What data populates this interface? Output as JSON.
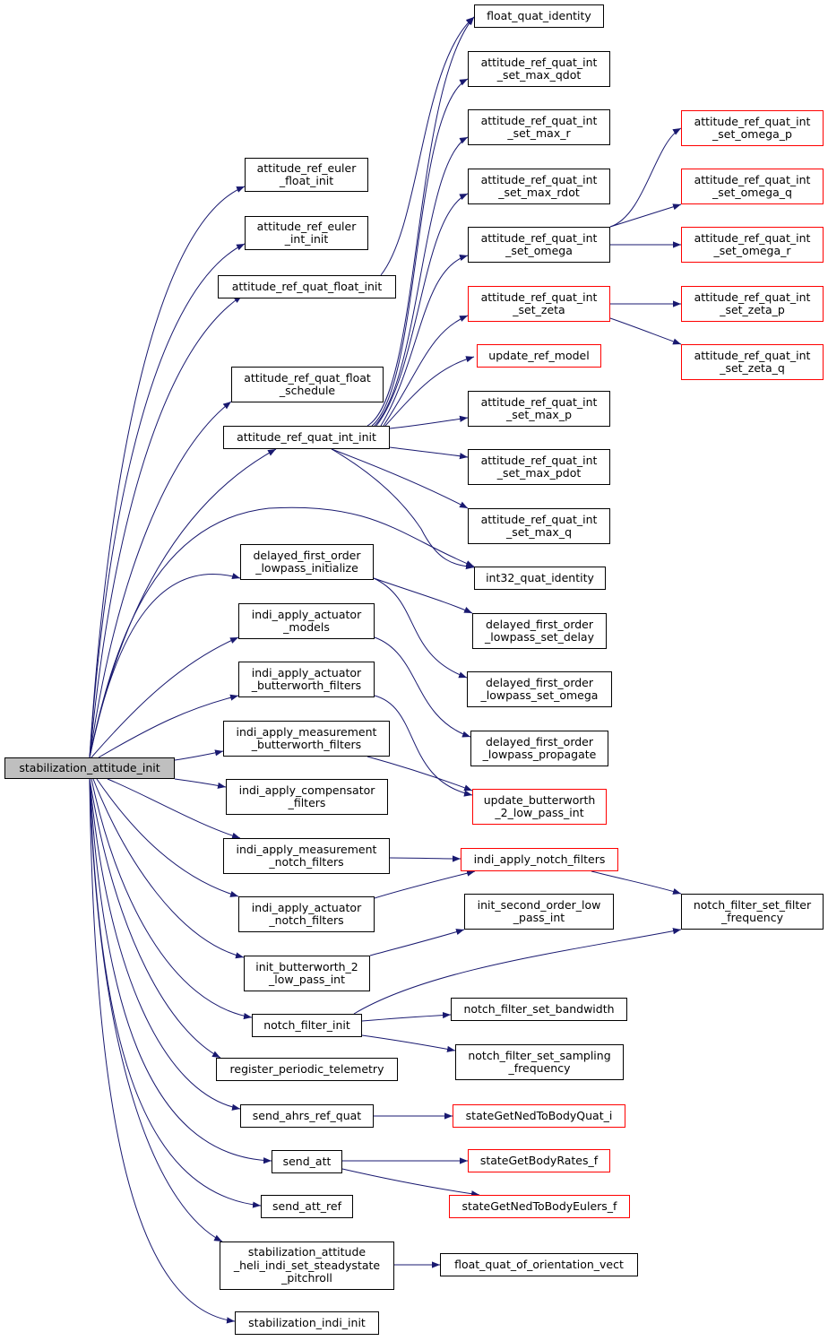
{
  "colors": {
    "edge": "#191970",
    "node_border": "#000000",
    "incomplete_border": "#ff0000",
    "root_fill": "#bfbfbf"
  },
  "nodes": {
    "root": "stabilization_attitude_init",
    "attitude_ref_euler_float_init": "attitude_ref_euler\n_float_init",
    "attitude_ref_euler_int_init": "attitude_ref_euler\n_int_init",
    "attitude_ref_quat_float_init": "attitude_ref_quat_float_init",
    "attitude_ref_quat_float_schedule": "attitude_ref_quat_float\n_schedule",
    "attitude_ref_quat_int_init": "attitude_ref_quat_int_init",
    "delayed_first_order_lowpass_initialize": "delayed_first_order\n_lowpass_initialize",
    "indi_apply_actuator_models": "indi_apply_actuator\n_models",
    "indi_apply_actuator_butterworth_filters": "indi_apply_actuator\n_butterworth_filters",
    "indi_apply_measurement_butterworth_filters": "indi_apply_measurement\n_butterworth_filters",
    "indi_apply_compensator_filters": "indi_apply_compensator\n_filters",
    "indi_apply_measurement_notch_filters": "indi_apply_measurement\n_notch_filters",
    "indi_apply_actuator_notch_filters": "indi_apply_actuator\n_notch_filters",
    "init_butterworth_2_low_pass_int": "init_butterworth_2\n_low_pass_int",
    "notch_filter_init": "notch_filter_init",
    "register_periodic_telemetry": "register_periodic_telemetry",
    "send_ahrs_ref_quat": "send_ahrs_ref_quat",
    "send_att": "send_att",
    "send_att_ref": "send_att_ref",
    "stabilization_attitude_heli_indi_set_steadystate_pitchroll": "stabilization_attitude\n_heli_indi_set_steadystate\n_pitchroll",
    "stabilization_indi_init": "stabilization_indi_init",
    "float_quat_identity": "float_quat_identity",
    "attitude_ref_quat_int_set_max_qdot": "attitude_ref_quat_int\n_set_max_qdot",
    "attitude_ref_quat_int_set_max_r": "attitude_ref_quat_int\n_set_max_r",
    "attitude_ref_quat_int_set_max_rdot": "attitude_ref_quat_int\n_set_max_rdot",
    "attitude_ref_quat_int_set_omega": "attitude_ref_quat_int\n_set_omega",
    "attitude_ref_quat_int_set_zeta": "attitude_ref_quat_int\n_set_zeta",
    "update_ref_model": "update_ref_model",
    "attitude_ref_quat_int_set_max_p": "attitude_ref_quat_int\n_set_max_p",
    "attitude_ref_quat_int_set_max_pdot": "attitude_ref_quat_int\n_set_max_pdot",
    "attitude_ref_quat_int_set_max_q": "attitude_ref_quat_int\n_set_max_q",
    "int32_quat_identity": "int32_quat_identity",
    "delayed_first_order_lowpass_set_delay": "delayed_first_order\n_lowpass_set_delay",
    "delayed_first_order_lowpass_set_omega": "delayed_first_order\n_lowpass_set_omega",
    "delayed_first_order_lowpass_propagate": "delayed_first_order\n_lowpass_propagate",
    "update_butterworth_2_low_pass_int": "update_butterworth\n_2_low_pass_int",
    "indi_apply_notch_filters": "indi_apply_notch_filters",
    "init_second_order_low_pass_int": "init_second_order_low\n_pass_int",
    "notch_filter_set_bandwidth": "notch_filter_set_bandwidth",
    "notch_filter_set_sampling_frequency": "notch_filter_set_sampling\n_frequency",
    "stateGetNedToBodyQuat_i": "stateGetNedToBodyQuat_i",
    "stateGetBodyRates_f": "stateGetBodyRates_f",
    "stateGetNedToBodyEulers_f": "stateGetNedToBodyEulers_f",
    "float_quat_of_orientation_vect": "float_quat_of_orientation_vect",
    "attitude_ref_quat_int_set_omega_p": "attitude_ref_quat_int\n_set_omega_p",
    "attitude_ref_quat_int_set_omega_q": "attitude_ref_quat_int\n_set_omega_q",
    "attitude_ref_quat_int_set_omega_r": "attitude_ref_quat_int\n_set_omega_r",
    "attitude_ref_quat_int_set_zeta_p": "attitude_ref_quat_int\n_set_zeta_p",
    "attitude_ref_quat_int_set_zeta_q": "attitude_ref_quat_int\n_set_zeta_q",
    "notch_filter_set_filter_frequency": "notch_filter_set_filter\n_frequency"
  }
}
